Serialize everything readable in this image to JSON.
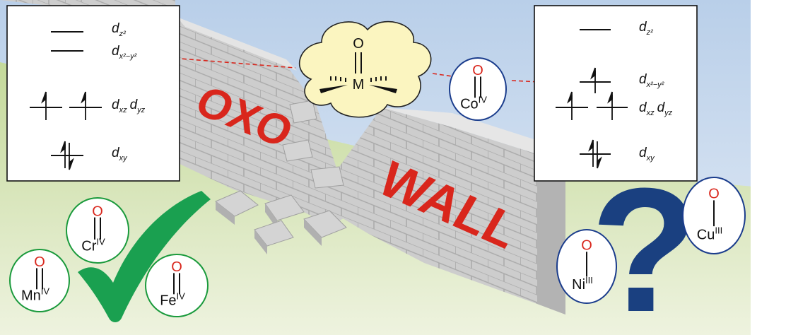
{
  "left_panel": {
    "labels": [
      {
        "main": "d",
        "sub": "z²"
      },
      {
        "main": "d",
        "sub": "x²−y²"
      },
      {
        "main": "d",
        "sub": "xz"
      },
      {
        "main": "d",
        "sub": "yz"
      },
      {
        "main": "d",
        "sub": "xy"
      }
    ]
  },
  "right_panel": {
    "labels": [
      {
        "main": "d",
        "sub": "z²"
      },
      {
        "main": "d",
        "sub": "x²−y²"
      },
      {
        "main": "d",
        "sub": "xz"
      },
      {
        "main": "d",
        "sub": "yz"
      },
      {
        "main": "d",
        "sub": "xy"
      }
    ]
  },
  "cloud": {
    "oxygen": "O",
    "metal": "M"
  },
  "wall_text": {
    "oxo": "OXO",
    "wall": "WALL"
  },
  "question_mark": "?",
  "complexes": [
    {
      "o": "O",
      "metal": "Co",
      "ox": "IV",
      "bond": "double",
      "ring": "#1a3c8c"
    },
    {
      "o": "O",
      "metal": "Cr",
      "ox": "IV",
      "bond": "double",
      "ring": "#1a9a3c"
    },
    {
      "o": "O",
      "metal": "Mn",
      "ox": "IV",
      "bond": "double",
      "ring": "#1a9a3c"
    },
    {
      "o": "O",
      "metal": "Fe",
      "ox": "IV",
      "bond": "double",
      "ring": "#1a9a3c"
    },
    {
      "o": "O",
      "metal": "Ni",
      "ox": "III",
      "bond": "single",
      "ring": "#1a3c8c"
    },
    {
      "o": "O",
      "metal": "Cu",
      "ox": "III",
      "bond": "single",
      "ring": "#1a3c8c"
    }
  ],
  "colors": {
    "sky": "#c8d8ee",
    "grass": "#cfe0a8",
    "wall": "#c9c9c9",
    "red": "#d9261c",
    "check": "#1aa050",
    "question": "#1a4080",
    "cloud": "#fbf5c0"
  }
}
